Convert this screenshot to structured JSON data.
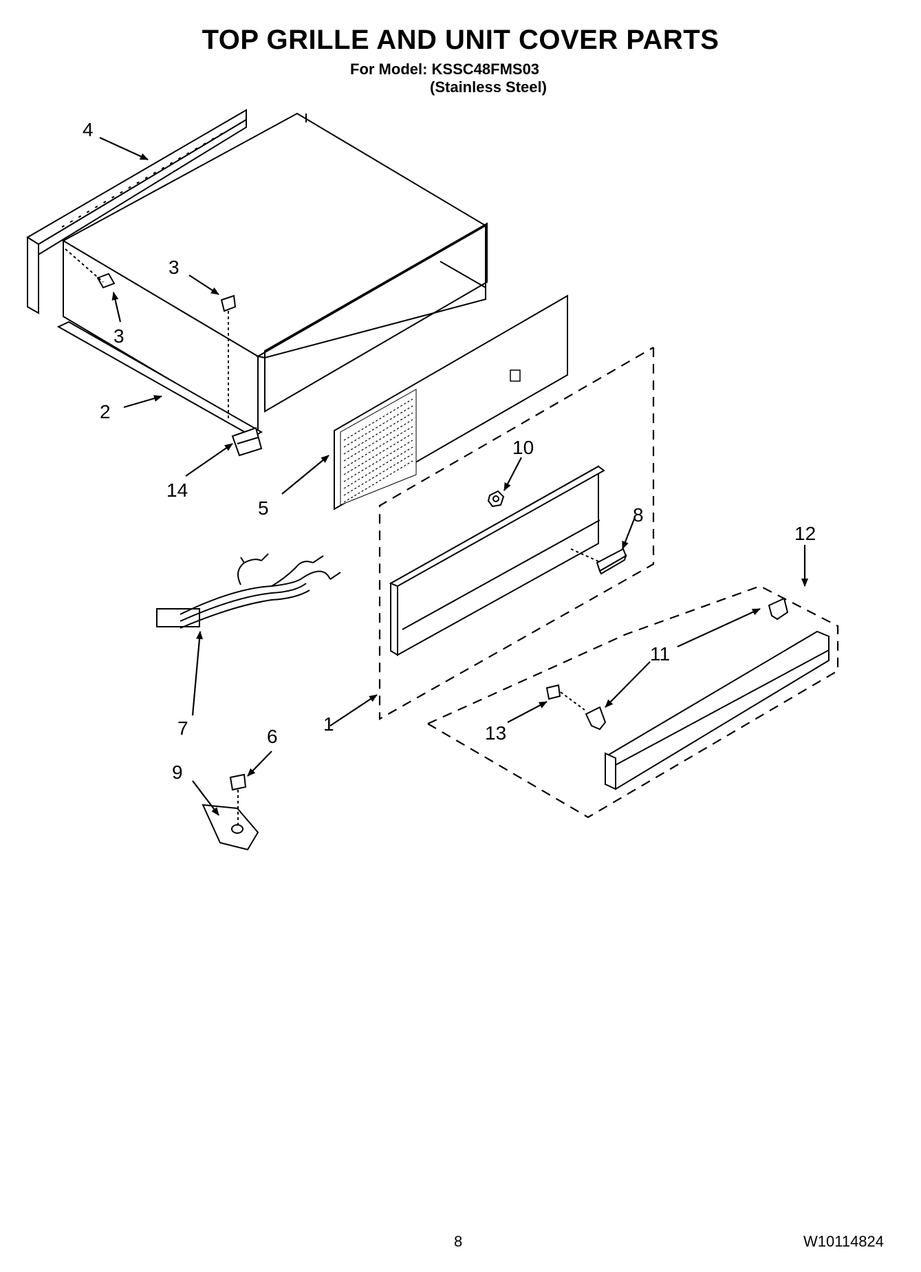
{
  "header": {
    "title": "TOP GRILLE AND UNIT COVER PARTS",
    "model_line": "For Model: KSSC48FMS03",
    "finish_line": "(Stainless Steel)"
  },
  "callouts": {
    "c1": "1",
    "c2": "2",
    "c3a": "3",
    "c3b": "3",
    "c4": "4",
    "c5": "5",
    "c6": "6",
    "c7": "7",
    "c8": "8",
    "c9": "9",
    "c10": "10",
    "c11": "11",
    "c12": "12",
    "c13": "13",
    "c14": "14"
  },
  "footer": {
    "page_number": "8",
    "doc_number": "W10114824"
  }
}
